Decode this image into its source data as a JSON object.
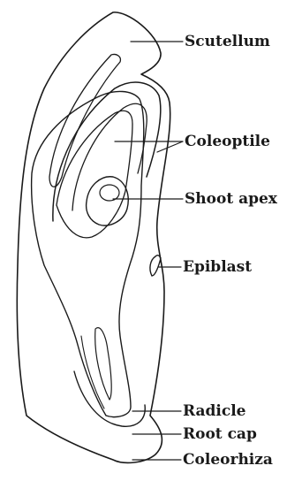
{
  "diagram": {
    "labels": {
      "scutellum": "Scutellum",
      "coleoptile": "Coleoptile",
      "shoot_apex": "Shoot apex",
      "epiblast": "Epiblast",
      "radicle": "Radicle",
      "root_cap": "Root cap",
      "coleorhiza": "Coleorhiza"
    }
  }
}
